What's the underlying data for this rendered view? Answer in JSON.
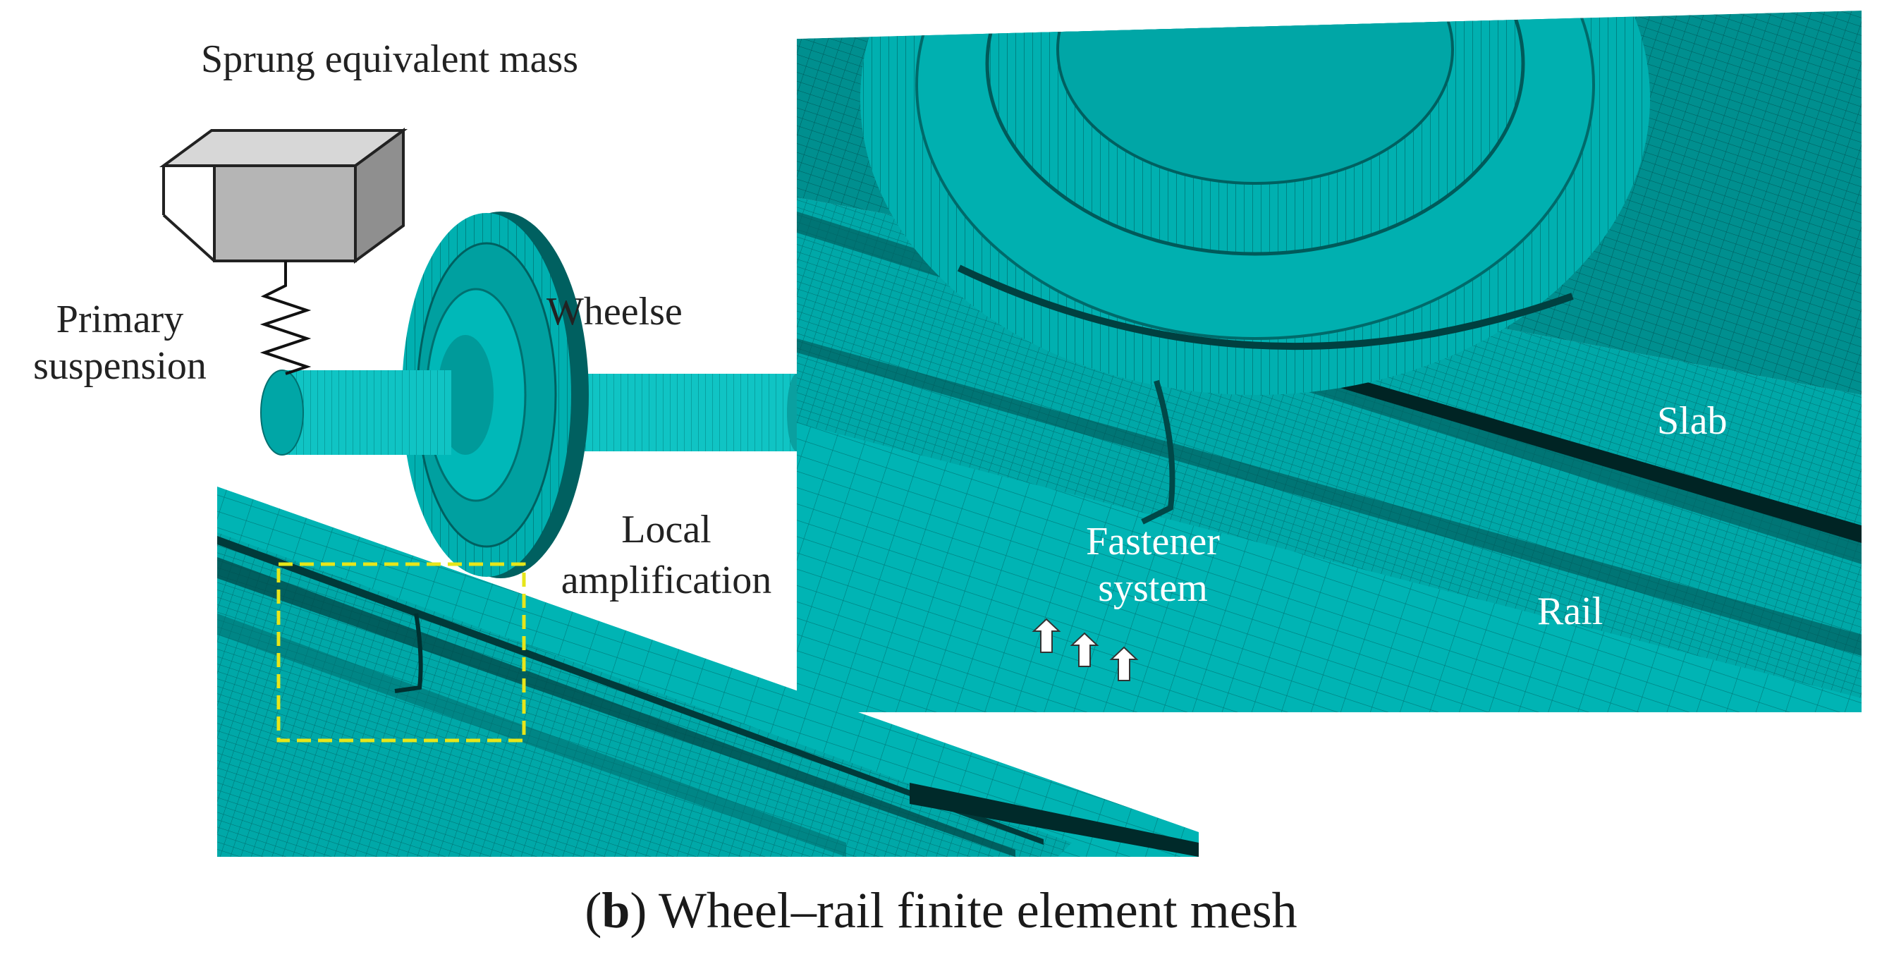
{
  "labels": {
    "sprung_mass": "Sprung equivalent mass",
    "primary_suspension_l1": "Primary",
    "primary_suspension_l2": "suspension",
    "wheelset": "Wheelse",
    "local_amp_l1": "Local",
    "local_amp_l2": "amplification",
    "fastener_l1": "Fastener",
    "fastener_l2": "system",
    "rail": "Rail",
    "slab": "Slab"
  },
  "caption": {
    "letter": "b",
    "open_paren": "(",
    "close_paren": ")",
    "text": " Wheel–rail finite element mesh"
  },
  "colors": {
    "mesh_teal": "#00b3b3",
    "mesh_dark": "#006b6b",
    "mass_grey": "#b5b5b5",
    "highlight_box": "#e6e61a"
  }
}
